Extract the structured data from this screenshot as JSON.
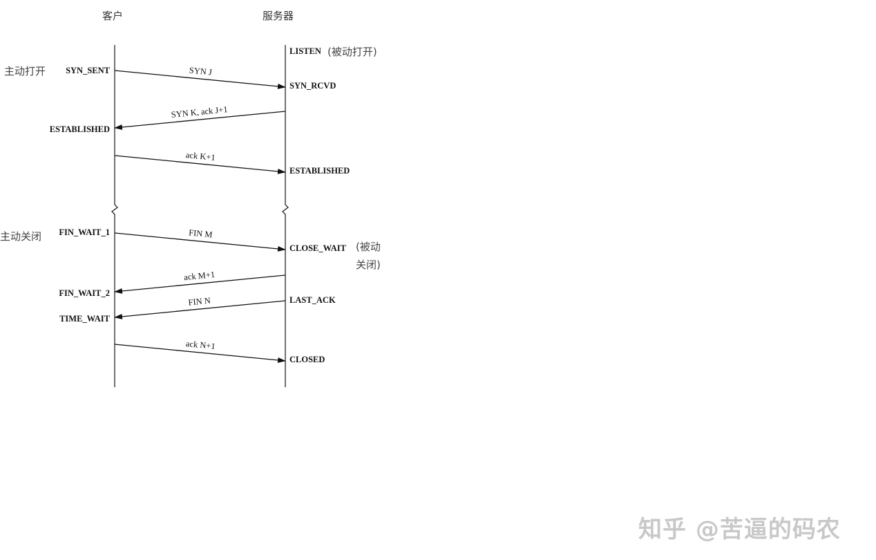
{
  "headers": {
    "client": "客户",
    "server": "服务器"
  },
  "annotations": {
    "active_open": "主动打开",
    "passive_open": "(被动打开)",
    "active_close": "主动关闭",
    "passive_close_1": "(被动",
    "passive_close_2": "关闭)"
  },
  "client_states": [
    "SYN_SENT",
    "ESTABLISHED",
    "FIN_WAIT_1",
    "FIN_WAIT_2",
    "TIME_WAIT"
  ],
  "server_states": [
    "LISTEN",
    "SYN_RCVD",
    "ESTABLISHED",
    "CLOSE_WAIT",
    "LAST_ACK",
    "CLOSED"
  ],
  "messages": [
    {
      "label": "SYN J",
      "direction": "client-to-server"
    },
    {
      "label": "SYN K, ack J+1",
      "direction": "server-to-client"
    },
    {
      "label": "ack K+1",
      "direction": "client-to-server"
    },
    {
      "label": "FIN M",
      "direction": "client-to-server"
    },
    {
      "label": "ack M+1",
      "direction": "server-to-client"
    },
    {
      "label": "FIN N",
      "direction": "server-to-client"
    },
    {
      "label": "ack N+1",
      "direction": "client-to-server"
    }
  ],
  "watermark": "知乎 @苦逼的码农"
}
